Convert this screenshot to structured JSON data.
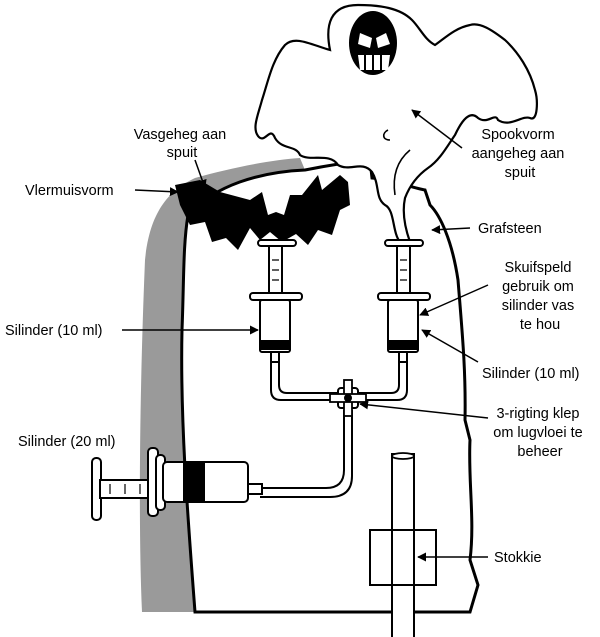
{
  "labels": {
    "vasgeheg": [
      "Vasgeheg aan",
      "spuit"
    ],
    "vlermuis": "Vlermuisvorm",
    "spook": [
      "Spookvorm",
      "aangeheg aan",
      "spuit"
    ],
    "grafsteen": "Grafsteen",
    "skuifspeld": [
      "Skuifspeld",
      "gebruik om",
      "silinder vas",
      "te hou"
    ],
    "silinder_links": "Silinder (10 ml)",
    "silinder_regs": "Silinder (10 ml)",
    "klep": [
      "3-rigting klep",
      "om lugvloei te",
      "beheer"
    ],
    "silinder_groot": "Silinder (20 ml)",
    "stokkie": "Stokkie"
  },
  "colors": {
    "line": "#000000",
    "shadow": "#9a9a9a",
    "bat": "#000000",
    "background": "#ffffff"
  }
}
